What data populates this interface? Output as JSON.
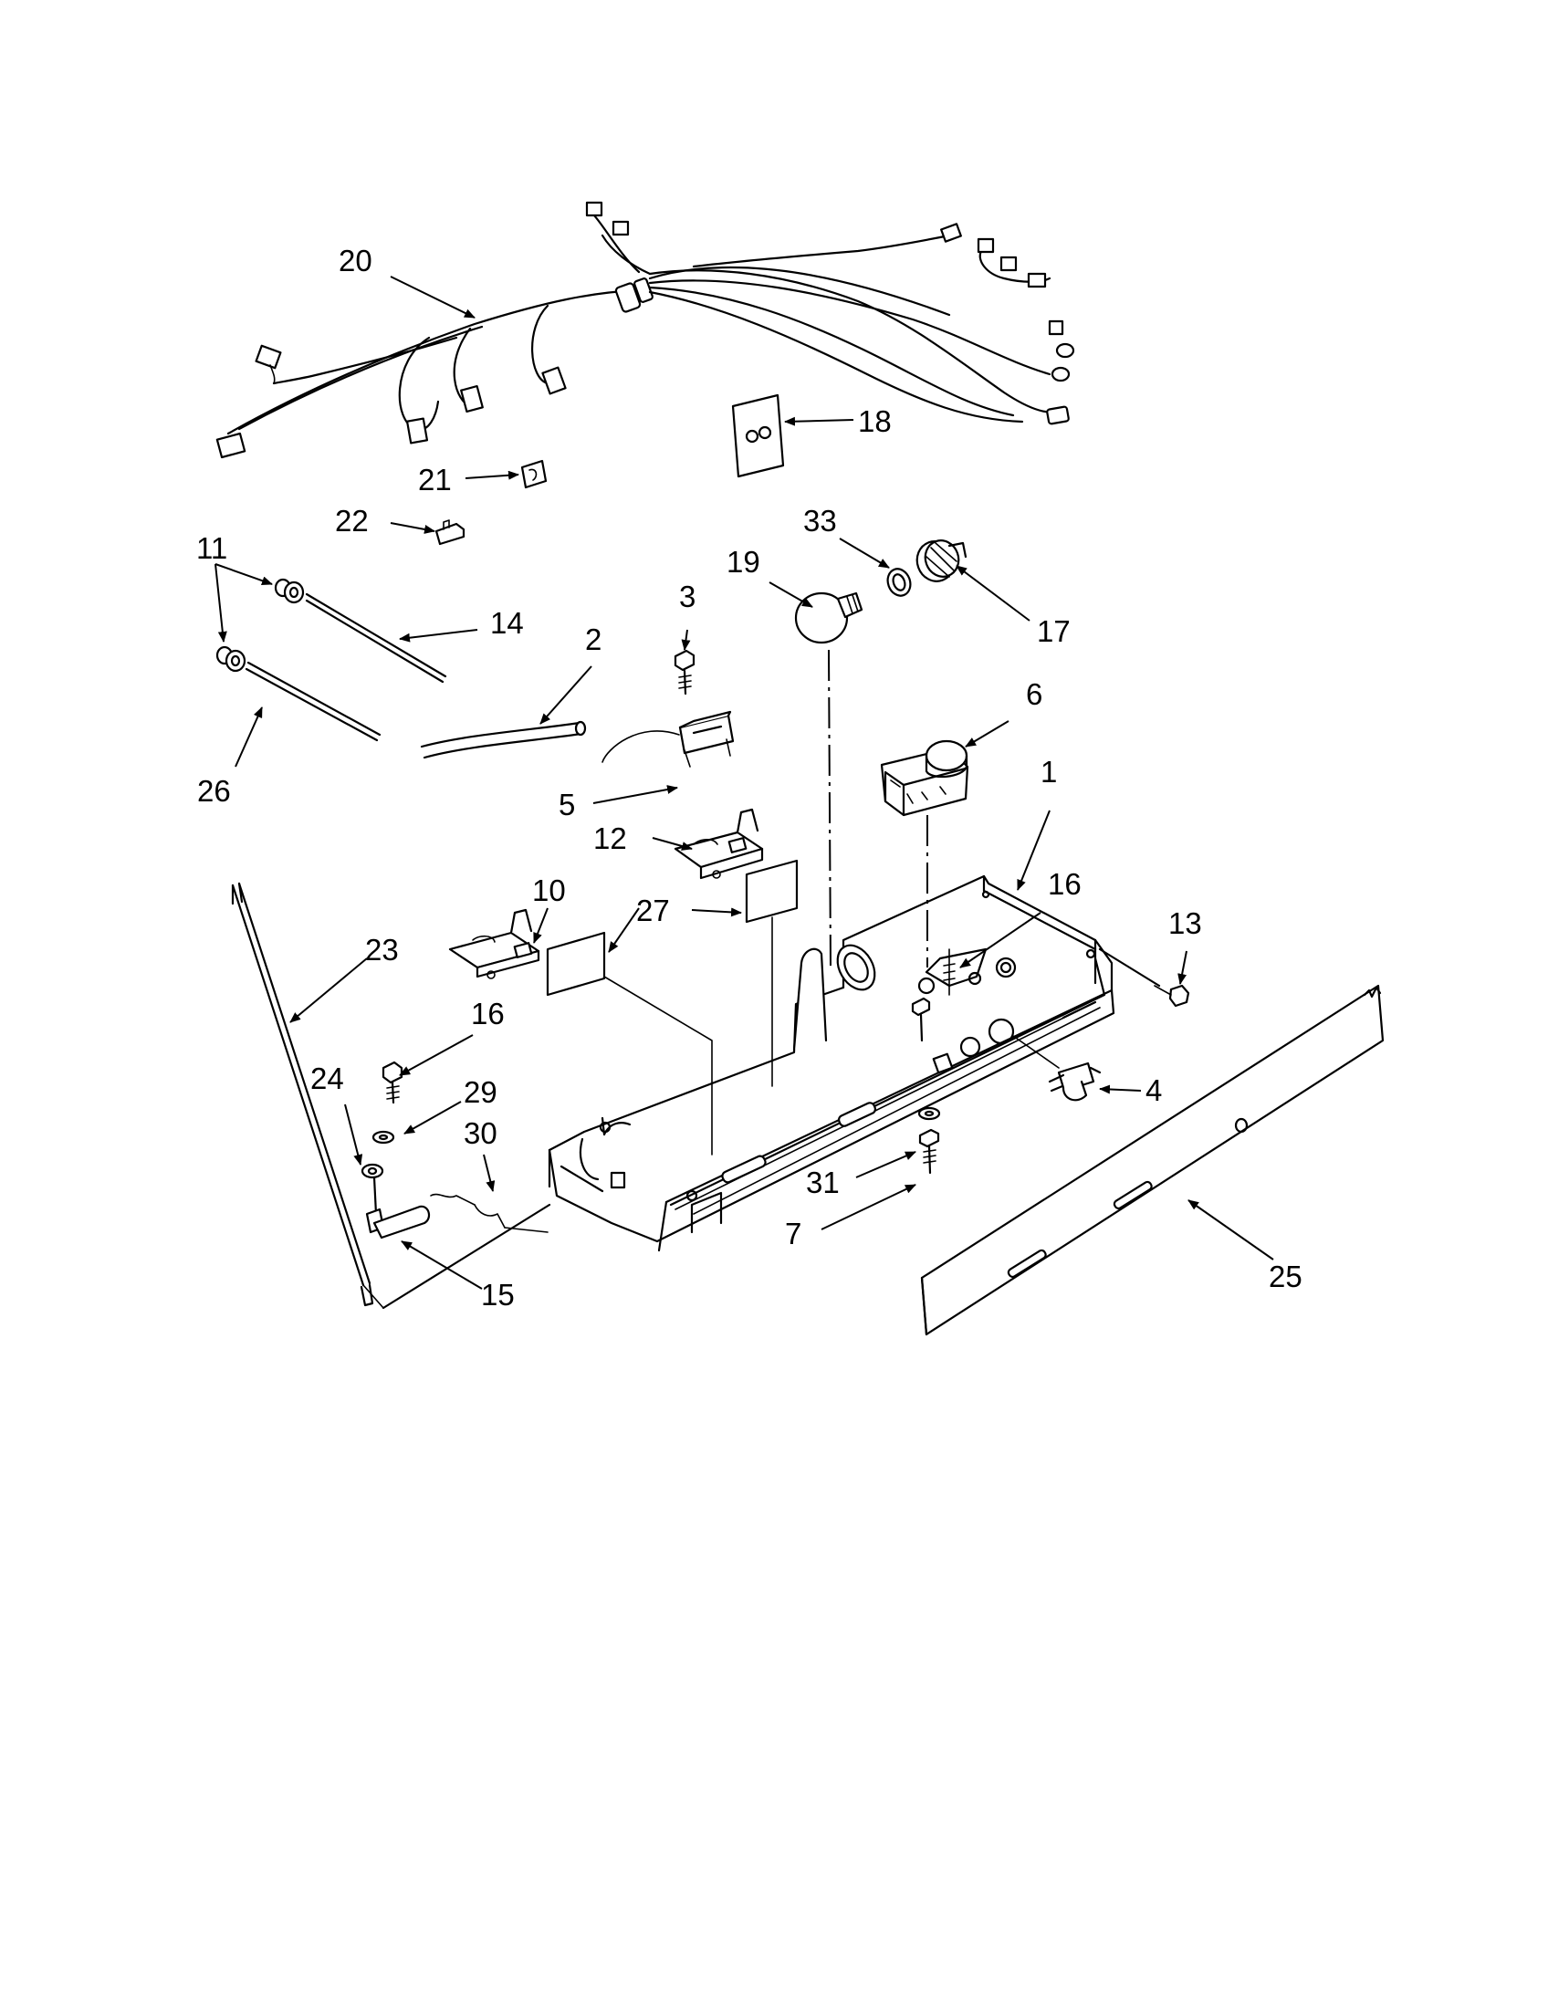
{
  "callouts": [
    {
      "id": "20",
      "label": "20"
    },
    {
      "id": "18",
      "label": "18"
    },
    {
      "id": "21",
      "label": "21"
    },
    {
      "id": "22",
      "label": "22"
    },
    {
      "id": "33",
      "label": "33"
    },
    {
      "id": "19",
      "label": "19"
    },
    {
      "id": "17",
      "label": "17"
    },
    {
      "id": "11",
      "label": "11"
    },
    {
      "id": "14",
      "label": "14"
    },
    {
      "id": "3",
      "label": "3"
    },
    {
      "id": "2",
      "label": "2"
    },
    {
      "id": "26",
      "label": "26"
    },
    {
      "id": "5",
      "label": "5"
    },
    {
      "id": "6",
      "label": "6"
    },
    {
      "id": "1",
      "label": "1"
    },
    {
      "id": "12",
      "label": "12"
    },
    {
      "id": "16a",
      "label": "16"
    },
    {
      "id": "10",
      "label": "10"
    },
    {
      "id": "13",
      "label": "13"
    },
    {
      "id": "27",
      "label": "27"
    },
    {
      "id": "23",
      "label": "23"
    },
    {
      "id": "16b",
      "label": "16"
    },
    {
      "id": "24",
      "label": "24"
    },
    {
      "id": "29",
      "label": "29"
    },
    {
      "id": "4",
      "label": "4"
    },
    {
      "id": "30",
      "label": "30"
    },
    {
      "id": "31",
      "label": "31"
    },
    {
      "id": "7",
      "label": "7"
    },
    {
      "id": "25",
      "label": "25"
    },
    {
      "id": "15",
      "label": "15"
    }
  ]
}
